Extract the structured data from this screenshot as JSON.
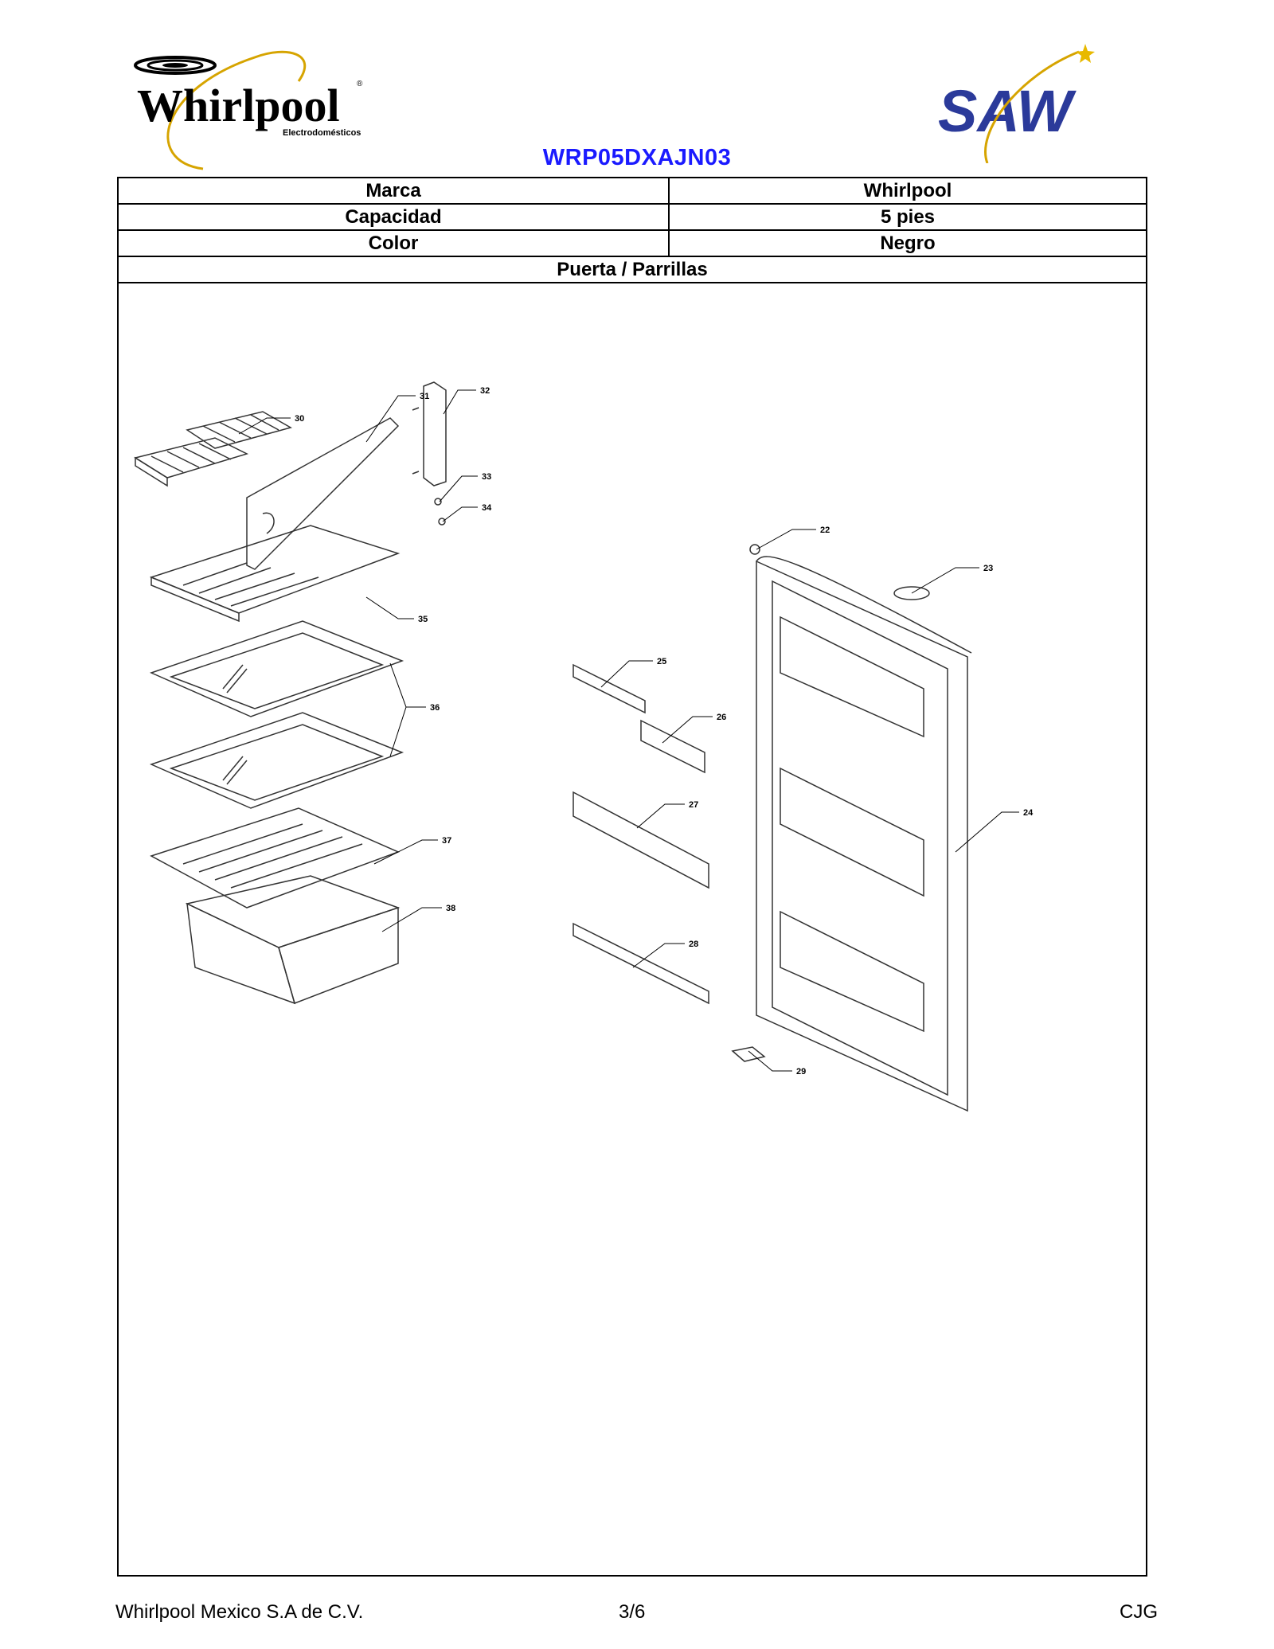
{
  "header": {
    "brand_logo": "Whirlpool",
    "brand_logo_sub": "Electrodomésticos",
    "partner_logo": "SAW",
    "model": "WRP05DXAJN03"
  },
  "specs": [
    {
      "label": "Marca",
      "value": "Whirlpool"
    },
    {
      "label": "Capacidad",
      "value": "5 pies"
    },
    {
      "label": "Color",
      "value": "Negro"
    }
  ],
  "section_title": "Puerta / Parrillas",
  "diagram": {
    "callouts": [
      "22",
      "23",
      "24",
      "25",
      "26",
      "27",
      "28",
      "29",
      "30",
      "31",
      "32",
      "33",
      "34",
      "35",
      "36",
      "37",
      "38"
    ]
  },
  "footer": {
    "company": "Whirlpool Mexico S.A de C.V.",
    "page": "3/6",
    "author": "CJG"
  }
}
